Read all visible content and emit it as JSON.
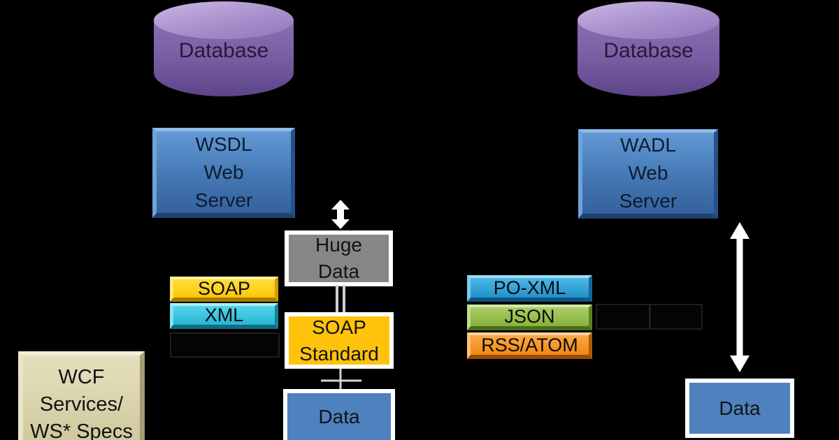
{
  "diagram": {
    "title_hint": "SOAP vs REST web service data flow",
    "left": {
      "database_label": "Database",
      "server_label": "WSDL\nWeb\nServer",
      "chips": [
        {
          "label": "SOAP",
          "color": "#FBC60B"
        },
        {
          "label": "XML",
          "color": "#27B4D3"
        }
      ],
      "wcf_label": "WCF\nServices/\nWS* Specs"
    },
    "middle": {
      "huge_data_label": "Huge\nData",
      "soap_standard_label": "SOAP\nStandard",
      "data_label": "Data"
    },
    "right": {
      "database_label": "Database",
      "server_label": "WADL\nWeb\nServer",
      "chips": [
        {
          "label": "PO-XML",
          "color": "#2391C7"
        },
        {
          "label": "JSON",
          "color": "#88B13B"
        },
        {
          "label": "RSS/ATOM",
          "color": "#EF8816"
        }
      ],
      "data_label": "Data"
    },
    "colors": {
      "background": "#000000",
      "database_purple": "#765BA1",
      "server_blue": "#4478B4",
      "huge_data_gray": "#878787",
      "soap_standard_gold": "#FFC30B",
      "data_blue": "#4E81BD",
      "wcf_tan": "#D9D3A9",
      "arrow_white": "#FFFFFF"
    }
  }
}
